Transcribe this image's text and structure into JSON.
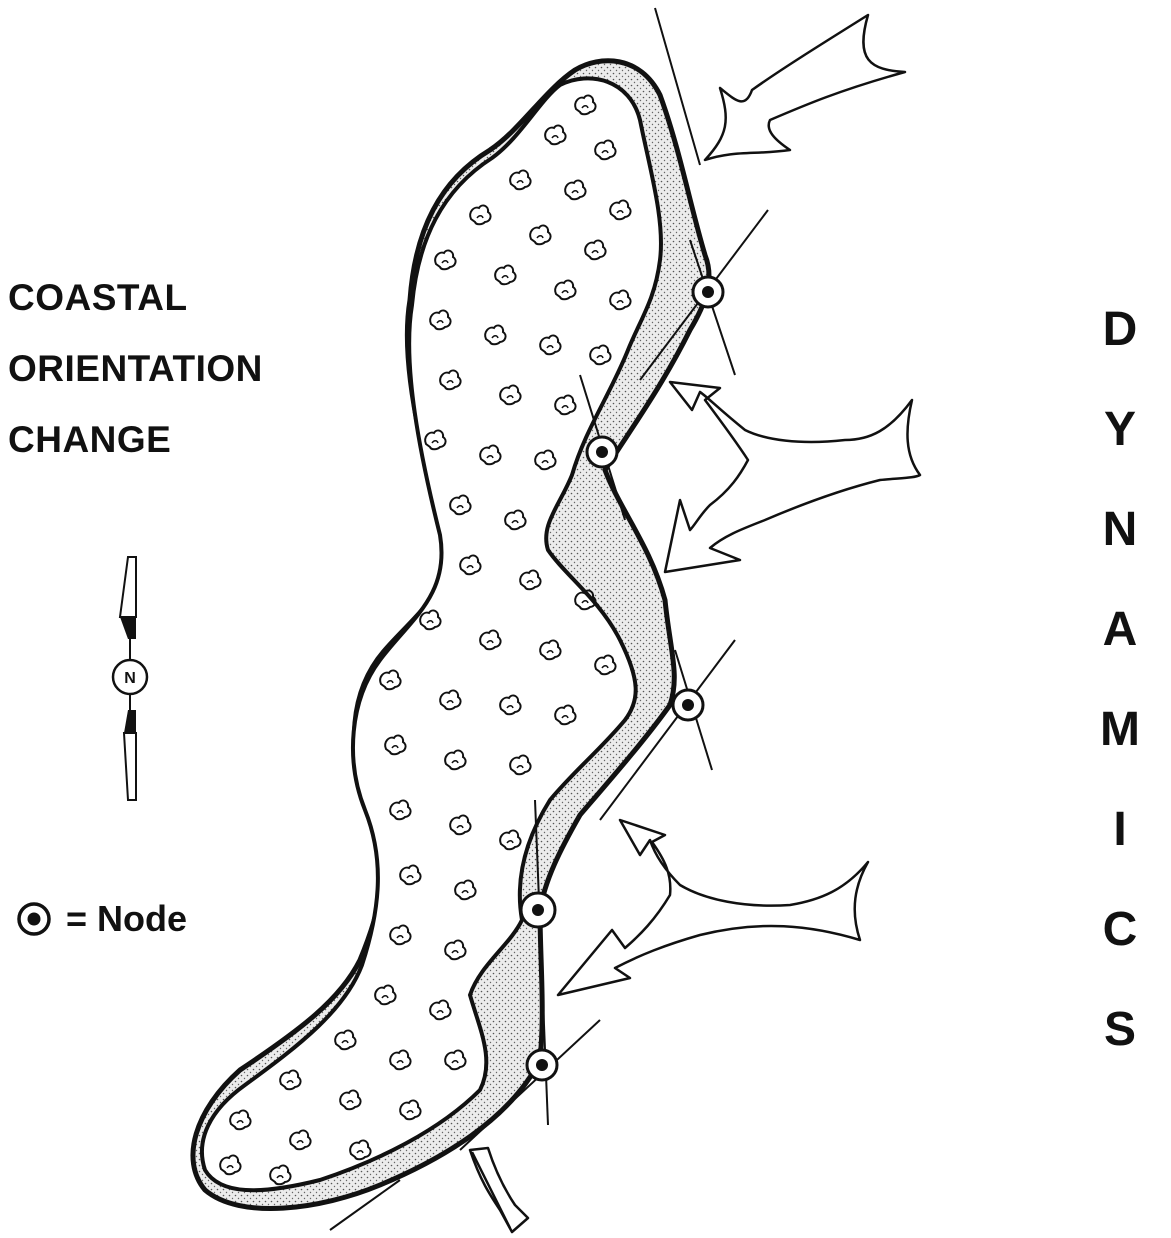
{
  "title_lines": [
    "COASTAL",
    "ORIENTATION",
    "CHANGE"
  ],
  "north_arrow": {
    "letter": "N"
  },
  "legend": {
    "symbol": "node-symbol-icon",
    "text": "= Node"
  },
  "vertical_word_letters": [
    "D",
    "Y",
    "N",
    "A",
    "M",
    "I",
    "C",
    "S"
  ],
  "colors": {
    "ink": "#111111",
    "sand": "#d8d8d8",
    "paper": "#ffffff"
  }
}
